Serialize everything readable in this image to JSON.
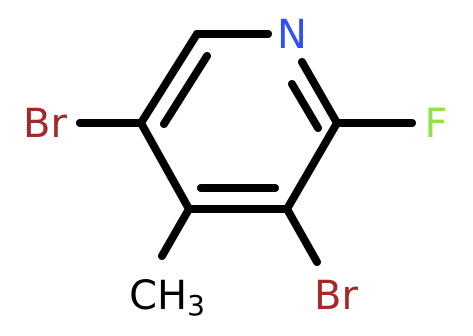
{
  "molecule": {
    "atoms": {
      "n": {
        "label": "N",
        "color": "#3050f8"
      },
      "f": {
        "label": "F",
        "color": "#90e050"
      },
      "br5": {
        "label": "Br",
        "color": "#a62929"
      },
      "br3": {
        "label": "Br",
        "color": "#a62929"
      },
      "methyl": {
        "label": "CH",
        "subscript": "3",
        "color": "#000000"
      }
    },
    "bond_color": "#000000"
  }
}
